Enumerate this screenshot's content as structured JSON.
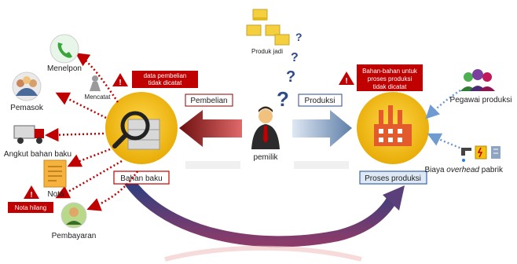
{
  "diagram": {
    "center": {
      "label": "pemilik"
    },
    "left_hub": {
      "label": "Bahan baku"
    },
    "right_hub": {
      "label": "Proses produksi"
    },
    "arrows": {
      "left": "Pembelian",
      "right": "Produksi"
    },
    "top": {
      "label": "Produk jadi"
    },
    "alerts": [
      {
        "lines": [
          "data pembelian",
          "tidak dicatat"
        ]
      },
      {
        "lines": [
          "Bahan-bahan untuk",
          "proses produksi",
          "tidak dicatat"
        ]
      },
      {
        "lines": [
          "Nota hilang"
        ]
      }
    ],
    "left_items": [
      "Menelpon",
      "Mencatat",
      "Pemasok",
      "Angkut bahan baku",
      "Nota",
      "Pembayaran"
    ],
    "right_items": {
      "workers": "Pegawai produksi",
      "overhead_prefix": "Biaya ",
      "overhead_italic": "overhead",
      "overhead_suffix": " pabrik"
    },
    "colors": {
      "alert": "#c00000",
      "hub": "#f2c318",
      "arrow_blue": "#8eaacc",
      "arrow_red": "#b22222",
      "curve": "#2f4a8a"
    }
  }
}
